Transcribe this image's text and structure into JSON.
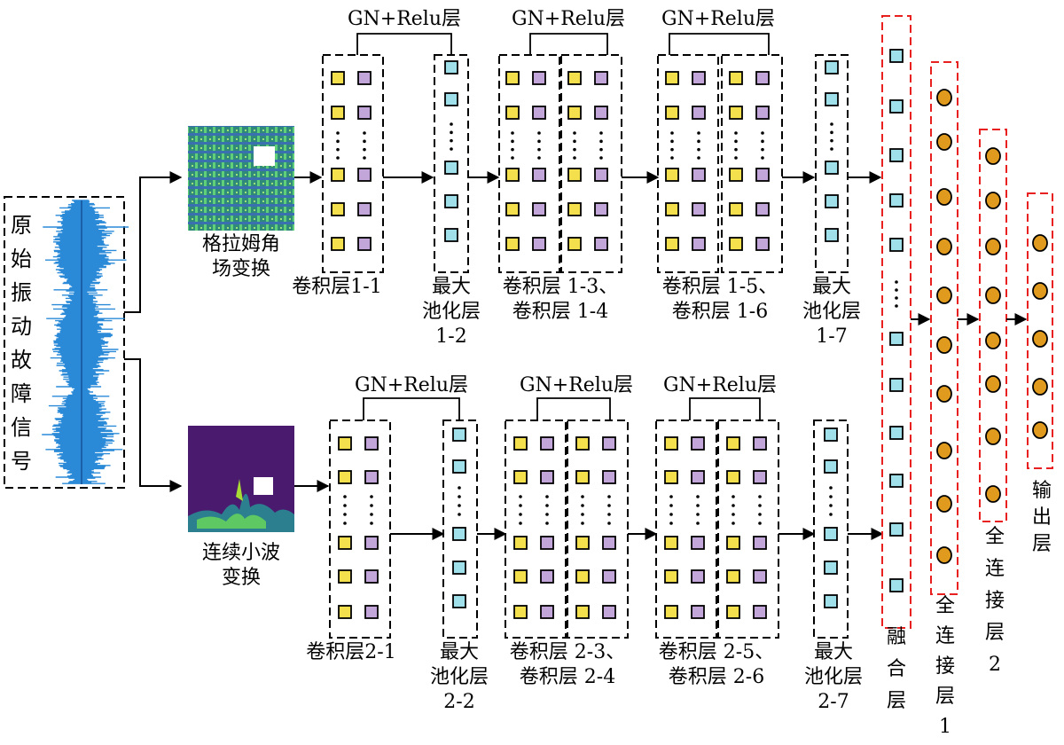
{
  "input": {
    "label_chars": [
      "原",
      "始",
      "振",
      "动",
      "故",
      "障",
      "信",
      "号"
    ]
  },
  "branch_top": {
    "transform_label": [
      "格拉姆角",
      "场变换"
    ],
    "gn_labels": [
      "GN+Relu层",
      "GN+Relu层",
      "GN+Relu层"
    ],
    "conv1_label": [
      "卷积层1-1"
    ],
    "pool1_label": [
      "最大",
      "池化层",
      "1-2"
    ],
    "conv34_label": [
      "卷积层 1-3、",
      "卷积层 1-4"
    ],
    "conv56_label": [
      "卷积层 1-5、",
      "卷积层 1-6"
    ],
    "pool2_label": [
      "最大",
      "池化层",
      "1-7"
    ]
  },
  "branch_bottom": {
    "transform_label": [
      "连续小波",
      "变换"
    ],
    "gn_labels": [
      "GN+Relu层",
      "GN+Relu层",
      "GN+Relu层"
    ],
    "conv1_label": [
      "卷积层2-1"
    ],
    "pool1_label": [
      "最大",
      "池化层",
      "2-2"
    ],
    "conv34_label": [
      "卷积层 2-3、",
      "卷积层 2-4"
    ],
    "conv56_label": [
      "卷积层 2-5、",
      "卷积层 2-6"
    ],
    "pool2_label": [
      "最大",
      "池化层",
      "2-7"
    ]
  },
  "fusion_label": [
    "融",
    "合",
    "层"
  ],
  "fc1_label": [
    "全",
    "连",
    "接",
    "层",
    "1"
  ],
  "fc2_label": [
    "全",
    "连",
    "接",
    "层",
    "2"
  ],
  "output_label": [
    "输",
    "出",
    "层"
  ],
  "colors": {
    "yellow": "#f4e04d",
    "purple": "#c3a6d9",
    "cyan": "#9fe0ea",
    "orange": "#e09a1e",
    "red_dash": "#e8201f",
    "signal": "#2a8ad8",
    "gaf_green": "#3b9a6a",
    "cwt_purple": "#4a1a6e"
  }
}
